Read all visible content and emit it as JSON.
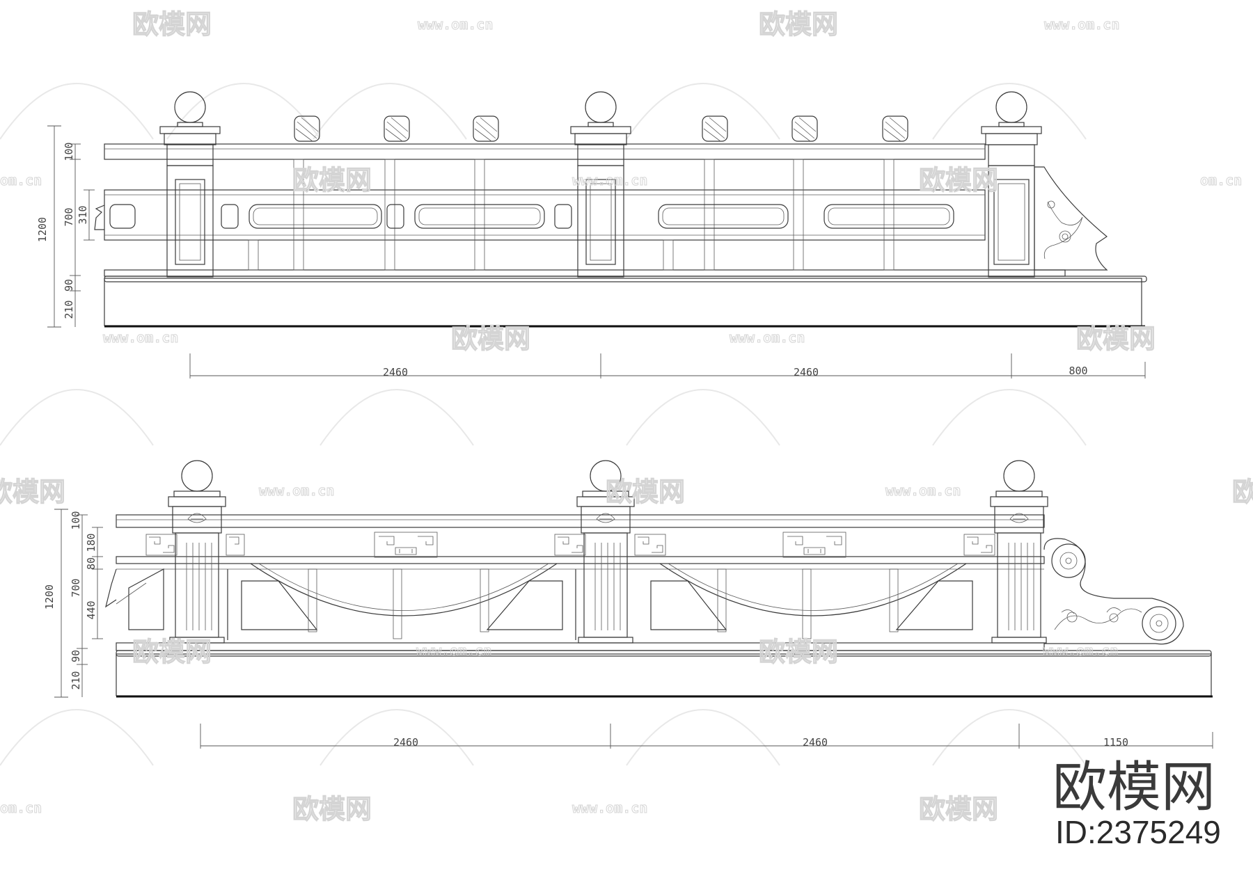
{
  "watermark": {
    "site_name": "欧模网",
    "url": "www.om.cn",
    "url_short": "om.cn"
  },
  "brand": {
    "logo_text": "欧模网",
    "id_label": "ID:2375249"
  },
  "elevation_top": {
    "vertical_dims": {
      "total": "1200",
      "rail": "100",
      "panel": "700",
      "inner": "310",
      "plinth": "90",
      "base": "210"
    },
    "horizontal_dims": [
      "2460",
      "2460",
      "800"
    ]
  },
  "elevation_bottom": {
    "vertical_dims": {
      "total": "1200",
      "rail": "100",
      "frieze": "180",
      "band": "80",
      "panel": "700",
      "lower": "440",
      "plinth": "90",
      "base": "210"
    },
    "horizontal_dims": [
      "2460",
      "2460",
      "1150"
    ]
  }
}
